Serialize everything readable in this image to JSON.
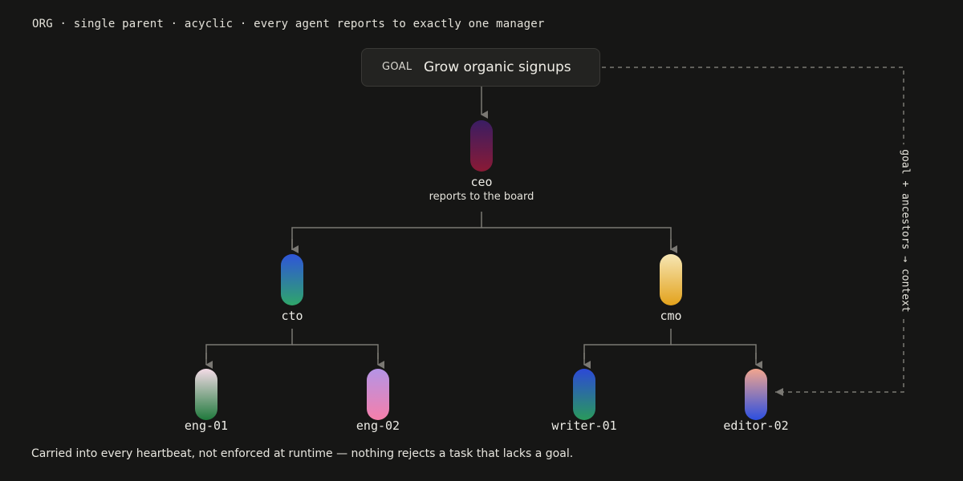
{
  "header": "ORG · single parent · acyclic · every agent reports to exactly one manager",
  "goal": {
    "tag": "GOAL",
    "title": "Grow organic signups"
  },
  "nodes": {
    "ceo": {
      "label": "ceo",
      "sub": "reports to the board"
    },
    "cto": {
      "label": "cto"
    },
    "cmo": {
      "label": "cmo"
    },
    "eng01": {
      "label": "eng-01"
    },
    "eng02": {
      "label": "eng-02"
    },
    "writer01": {
      "label": "writer-01"
    },
    "editor02": {
      "label": "editor-02"
    }
  },
  "side_label": "goal + ancestors → context",
  "footer": "Carried into every heartbeat, not enforced at runtime — nothing rejects a task that lacks a goal.",
  "colors": {
    "background": "#161615",
    "wire": "#7a7873",
    "ceo": [
      "#3a1d63",
      "#8a1a35"
    ],
    "cto": [
      "#2f55d9",
      "#2fa66a"
    ],
    "cmo": [
      "#f6e6b4",
      "#e3a21b"
    ],
    "eng01": [
      "#f3dbe6",
      "#1f7a3c"
    ],
    "eng02": [
      "#b494e6",
      "#f57faa"
    ],
    "writer01": [
      "#2c49d6",
      "#2a9a5c"
    ],
    "editor02": [
      "#f2a58e",
      "#2c4fe0"
    ]
  }
}
